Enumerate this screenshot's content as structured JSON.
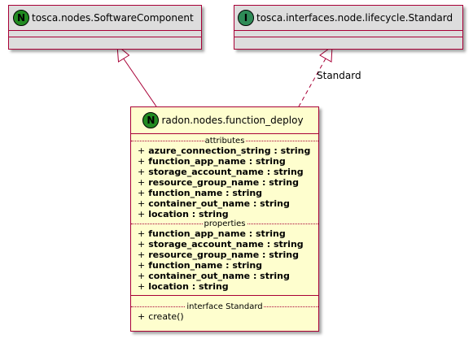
{
  "software_component": {
    "stereotype": "N",
    "name": "tosca.nodes.SoftwareComponent"
  },
  "lifecycle_interface": {
    "stereotype": "I",
    "name": "tosca.interfaces.node.lifecycle.Standard"
  },
  "function_deploy": {
    "stereotype": "N",
    "name": "radon.nodes.function_deploy",
    "attributes_label": "attributes",
    "attributes": [
      {
        "vis": "+",
        "text": "azure_connection_string : string"
      },
      {
        "vis": "+",
        "text": "function_app_name : string"
      },
      {
        "vis": "+",
        "text": "storage_account_name : string"
      },
      {
        "vis": "+",
        "text": "resource_group_name : string"
      },
      {
        "vis": "+",
        "text": "function_name : string"
      },
      {
        "vis": "+",
        "text": "container_out_name : string"
      },
      {
        "vis": "+",
        "text": "location : string"
      }
    ],
    "properties_label": "properties",
    "properties": [
      {
        "vis": "+",
        "text": "function_app_name : string"
      },
      {
        "vis": "+",
        "text": "storage_account_name : string"
      },
      {
        "vis": "+",
        "text": "resource_group_name : string"
      },
      {
        "vis": "+",
        "text": "function_name : string"
      },
      {
        "vis": "+",
        "text": "container_out_name : string"
      },
      {
        "vis": "+",
        "text": "location : string"
      }
    ],
    "interface_label": "interface Standard",
    "operations": [
      {
        "vis": "+",
        "text": "create()"
      }
    ]
  },
  "realization_label": "Standard",
  "colors": {
    "border": "#a80036",
    "parent_fill": "#dddddd",
    "class_fill": "#fefece",
    "stereotype_fill": "#228b22"
  }
}
